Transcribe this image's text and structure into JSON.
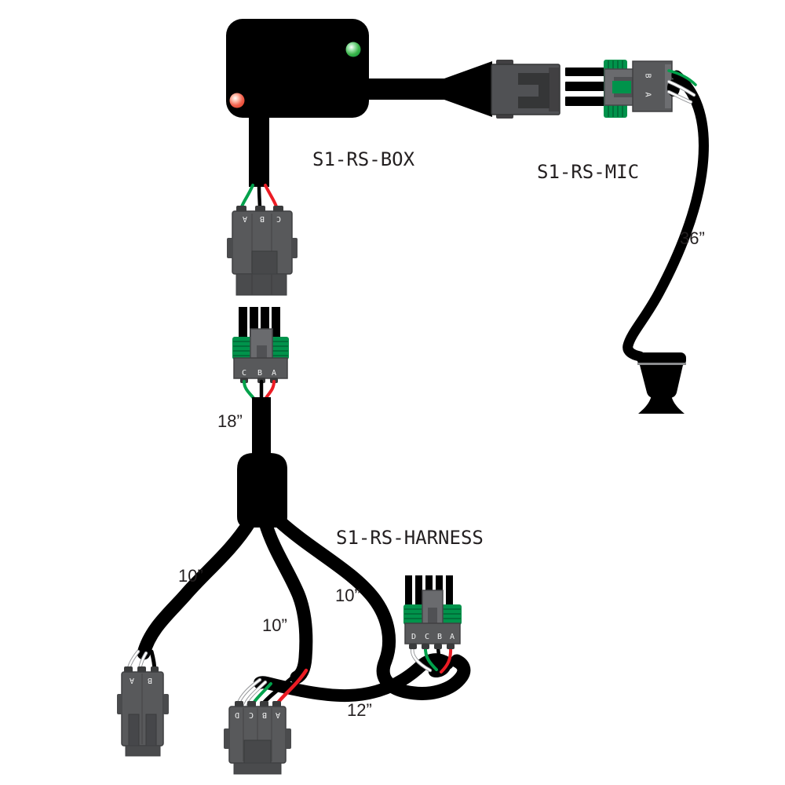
{
  "diagram": {
    "parts": {
      "box_label": "S1-RS-BOX",
      "mic_label": "S1-RS-MIC",
      "harness_label": "S1-RS-HARNESS"
    },
    "lengths": {
      "mic_cable": "36”",
      "harness_trunk": "18”",
      "branch_left": "10”",
      "branch_middle": "10”",
      "branch_right": "10”",
      "jumper": "12”"
    },
    "connectors": {
      "mic_plug_pins": [
        "B",
        "A"
      ],
      "box_pigtail_pins": [
        "A",
        "B",
        "C"
      ],
      "harness_head_pins": [
        "C",
        "B",
        "A"
      ],
      "branch_left_pins": [
        "A",
        "B"
      ],
      "branch_middle_pins": [
        "D",
        "C",
        "B",
        "A"
      ],
      "tower_pins": [
        "D",
        "C",
        "B",
        "A"
      ]
    },
    "leds": {
      "green": "#3BB54A",
      "red": "#F2604D"
    },
    "colors": {
      "cable_black": "#000000",
      "connector_body_gray": "#58595B",
      "connector_dark_gray": "#414042",
      "seal_green": "#00934B",
      "wire_green": "#00A14B",
      "wire_red": "#EC1C24",
      "wire_white": "#FFFFFF",
      "label_text": "#231F20"
    }
  }
}
